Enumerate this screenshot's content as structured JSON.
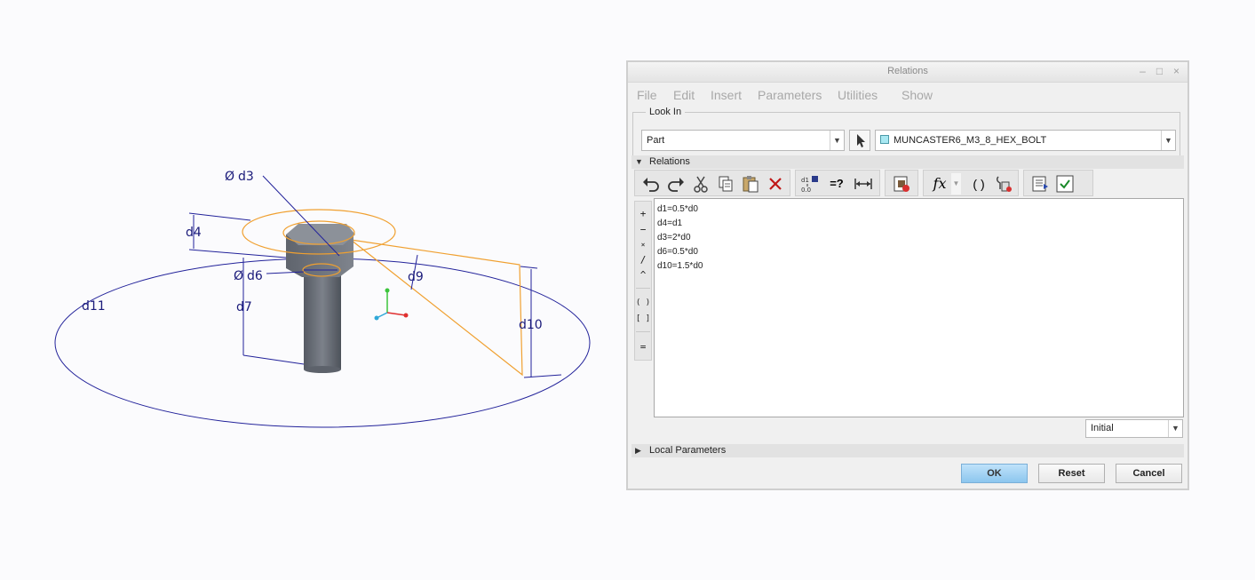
{
  "viewport": {
    "dimensions": [
      "d3",
      "d4",
      "d6",
      "d7",
      "d9",
      "d10",
      "d11"
    ],
    "diameter_symbol": "Ø"
  },
  "dialog": {
    "title": "Relations",
    "window_controls": [
      "–",
      "□",
      "×"
    ],
    "menu": [
      "File",
      "Edit",
      "Insert",
      "Parameters",
      "Utilities",
      "Show"
    ],
    "look_in": {
      "label": "Look In",
      "type_value": "Part",
      "model_value": "MUNCASTER6_M3_8_HEX_BOLT"
    },
    "relations_section": {
      "label": "Relations",
      "toolbar_icons": [
        "undo-icon",
        "redo-icon",
        "cut-icon",
        "copy-icon",
        "paste-icon",
        "delete-icon",
        "switch-dimensions-icon",
        "evaluate-icon",
        "insert-dimension-icon",
        "verify-icon",
        "function-icon",
        "insert-brackets-icon",
        "sort-relations-icon",
        "execute-icon",
        "display-icon",
        "check-icon"
      ],
      "function_label": "fx",
      "evaluate_label": "=?",
      "brackets_label": "( )",
      "operators": [
        "+",
        "−",
        "×",
        "/",
        "^",
        "( )",
        "[ ]",
        "="
      ],
      "lines": [
        "d1=0.5*d0",
        "d4=d1",
        "d3=2*d0",
        "d6=0.5*d0",
        "d10=1.5*d0"
      ],
      "sort_option": "Initial"
    },
    "local_parameters_label": "Local Parameters",
    "buttons": {
      "ok": "OK",
      "reset": "Reset",
      "cancel": "Cancel"
    },
    "colors": {
      "accent": "#8cc6ee",
      "dimension": "#1a1a7a",
      "highlight": "#f0a030"
    }
  }
}
